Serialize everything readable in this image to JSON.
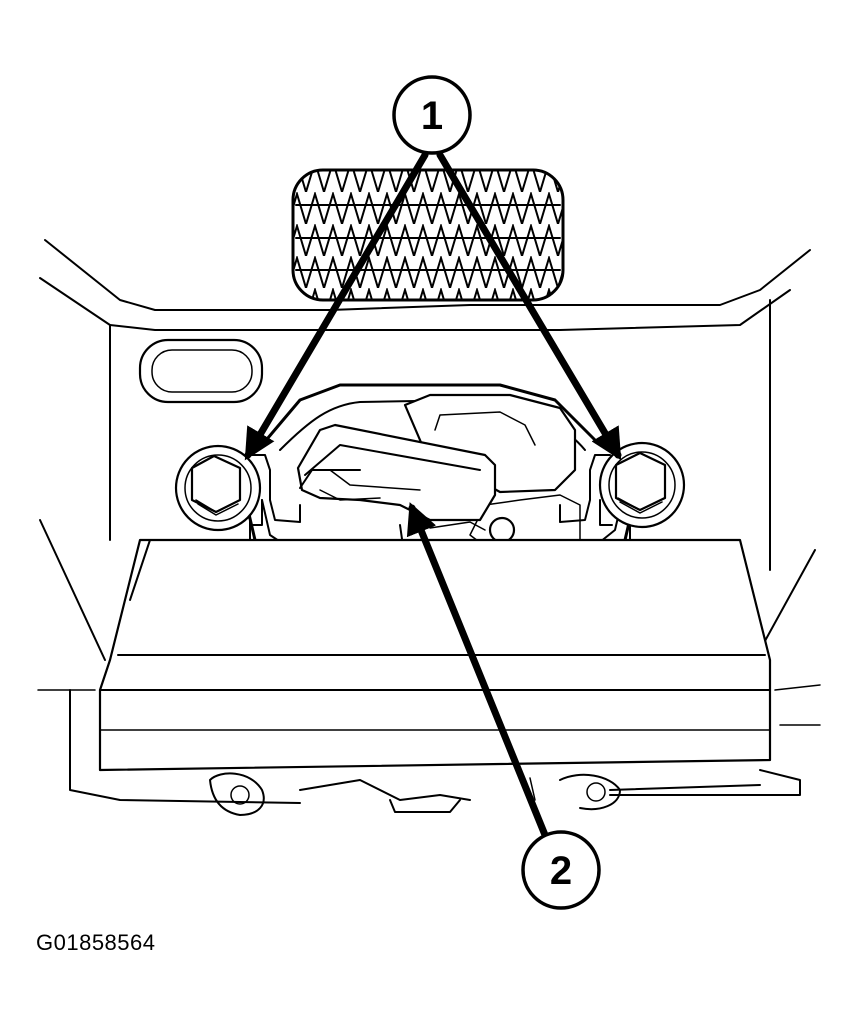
{
  "callouts": [
    {
      "label": "1"
    },
    {
      "label": "2"
    }
  ],
  "figure_id": "G01858564"
}
